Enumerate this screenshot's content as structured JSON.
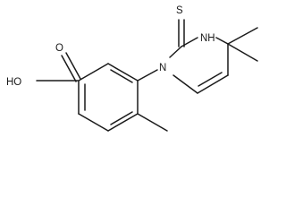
{
  "molecule": {
    "atom_labels": {
      "oh": "HO",
      "o": "O",
      "n1": "N",
      "nh": "NH",
      "s": "S"
    },
    "colors": {
      "ink": "#1a1a1a",
      "background": "#ffffff"
    }
  }
}
